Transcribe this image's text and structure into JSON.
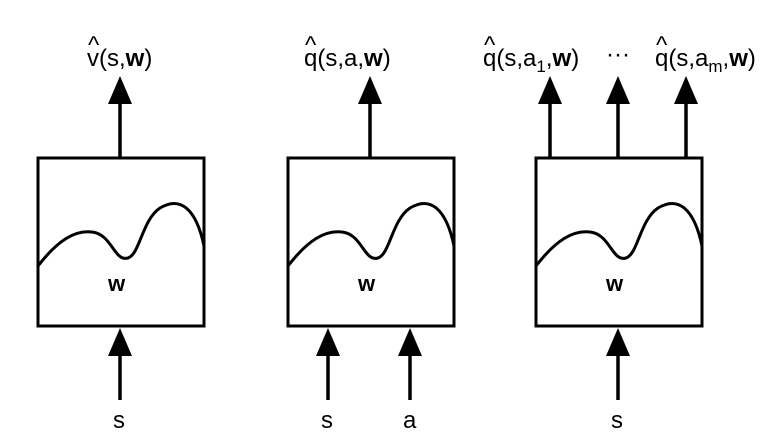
{
  "diagram": {
    "panels": [
      {
        "output_labels": [
          {
            "hat": "v",
            "args": "(s,",
            "w": "w",
            "close": ")"
          }
        ],
        "weight_label": "w",
        "input_labels": [
          "s"
        ]
      },
      {
        "output_labels": [
          {
            "hat": "q",
            "args": "(s,a,",
            "w": "w",
            "close": ")"
          }
        ],
        "weight_label": "w",
        "input_labels": [
          "s",
          "a"
        ]
      },
      {
        "output_labels": [
          {
            "hat": "q",
            "args": "(s,a",
            "sub": "1",
            "args2": ",",
            "w": "w",
            "close": ")"
          },
          {
            "dots": "···"
          },
          {
            "hat": "q",
            "args": "(s,a",
            "sub": "m",
            "args2": ",",
            "w": "w",
            "close": ")"
          }
        ],
        "weight_label": "w",
        "input_labels": [
          "s"
        ]
      }
    ]
  }
}
